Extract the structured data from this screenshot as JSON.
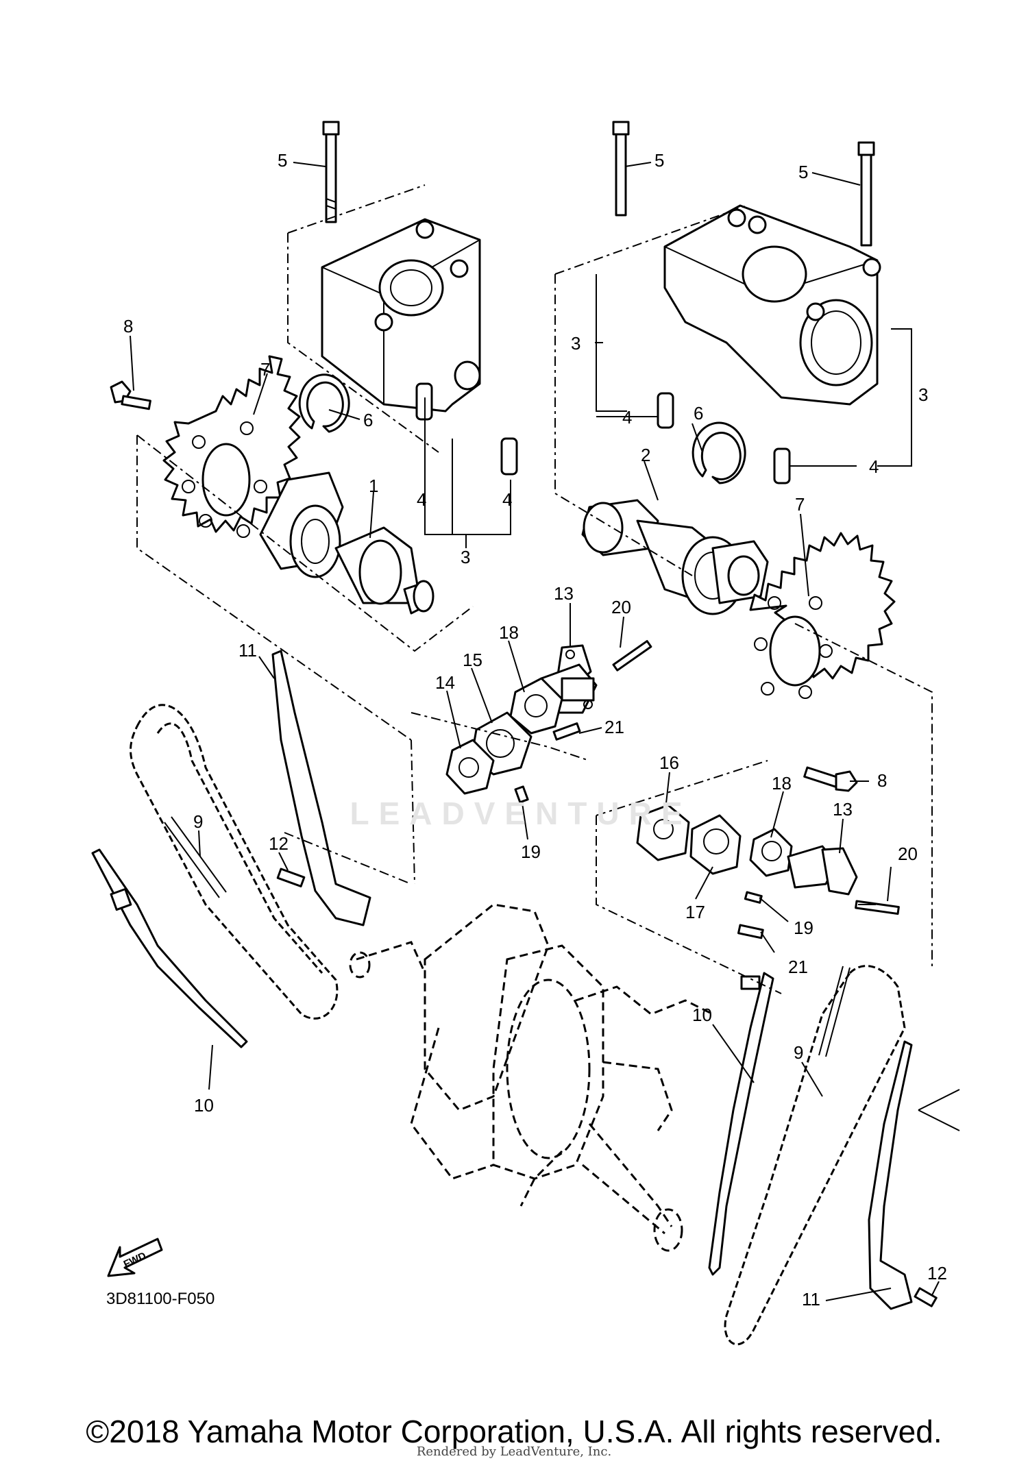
{
  "diagram": {
    "code": "3D81100-F050",
    "fwd_label": "FWD",
    "watermark": "LEADVENTURE",
    "copyright": "©2018 Yamaha Motor Corporation, U.S.A. All rights reserved.",
    "rendered_by": "Rendered by LeadVenture, Inc.",
    "labels": [
      "1",
      "2",
      "3",
      "4",
      "5",
      "6",
      "7",
      "8",
      "9",
      "10",
      "11",
      "12",
      "13",
      "14",
      "15",
      "16",
      "17",
      "18",
      "19",
      "20",
      "21"
    ]
  }
}
